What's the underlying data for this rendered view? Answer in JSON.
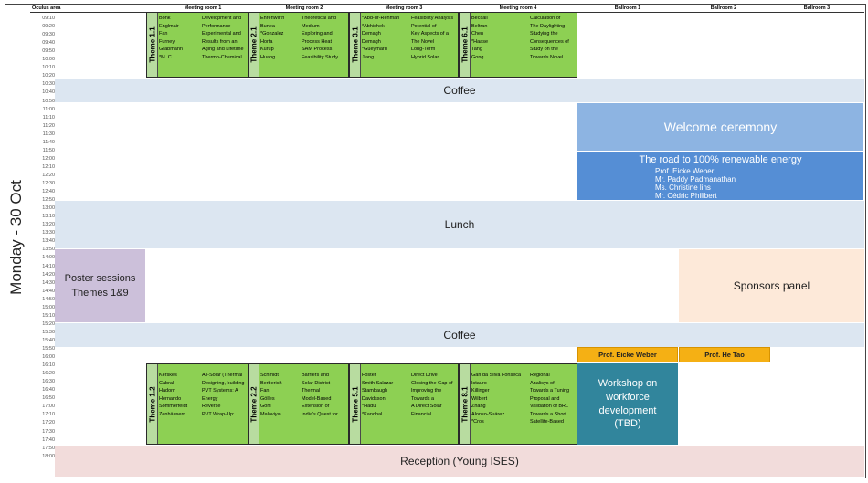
{
  "headers": [
    "Oculus area",
    "Meeting room 1",
    "Meeting room 2",
    "Meeting room 3",
    "Meeting room 4",
    "Ballroom 1",
    "Ballroom 2",
    "Ballroom 3"
  ],
  "day_label": "Monday  -  30 Oct",
  "times": [
    "09:10",
    "09:20",
    "09:30",
    "09:40",
    "09:50",
    "10:00",
    "10:10",
    "10:20",
    "10:30",
    "10:40",
    "10:50",
    "11:00",
    "11:10",
    "11:20",
    "11:30",
    "11:40",
    "11:50",
    "12:00",
    "12:10",
    "12:20",
    "12:30",
    "12:40",
    "12:50",
    "13:00",
    "13:10",
    "13:20",
    "13:30",
    "13:40",
    "13:50",
    "14:00",
    "14:10",
    "14:20",
    "14:30",
    "14:40",
    "14:50",
    "15:00",
    "15:10",
    "15:20",
    "15:30",
    "15:40",
    "15:50",
    "16:00",
    "16:10",
    "16:20",
    "16:30",
    "16:40",
    "16:50",
    "17:00",
    "17:10",
    "17:20",
    "17:30",
    "17:40",
    "17:50",
    "18:00"
  ],
  "bands": {
    "coffee1": "Coffee",
    "lunch": "Lunch",
    "coffee2": "Coffee",
    "reception": "Reception (Young ISES)",
    "poster": "Poster sessions\nThemes 1&9",
    "sponsors": "Sponsors panel",
    "welcome": "Welcome ceremony",
    "road_title": "The road to 100% renewable energy",
    "road_speakers": [
      "Prof. Eicke Weber",
      "Mr. Paddy Padmanathan",
      "Ms. Christine lins",
      "Mr. Cédric Philibert"
    ],
    "workshop": "Workshop on workforce development (TBD)"
  },
  "speakers": {
    "ballroom1": "Prof. Eicke Weber",
    "ballroom2": "Prof. He Tao"
  },
  "colors": {
    "band_blue": "#dce6f1",
    "reception": "#f2dcdb",
    "poster": "#ccc0da",
    "sponsors": "#fde9d9",
    "welcome": "#8db4e2",
    "road": "#558ed5",
    "workshop": "#31859c",
    "theme_green": "#8dd053",
    "speaker_orange": "#f5b014"
  },
  "themes_morning": [
    {
      "label": "Theme 1.1",
      "names": [
        "Bonk",
        "Englmair",
        "Fan",
        "Furney",
        "Grabmann",
        "*M. C."
      ],
      "titles": [
        "Development and",
        "Performance",
        "Experimental and",
        "Results from an",
        "Aging and Lifetime",
        "Thermo-Chemical"
      ]
    },
    {
      "label": "Theme 2.1",
      "names": [
        "Ehrenwirth",
        "Bunea",
        "*Gonzalez",
        "Horta",
        "Kurup",
        "Huang"
      ],
      "titles": [
        "Theoretical and",
        "Medium",
        "Exploring and",
        "Process Heat",
        "SAM Process",
        "Feasibility Study"
      ]
    },
    {
      "label": "Theme 3.1",
      "names": [
        "*Abd-ur-Rehman",
        "*Abhishek",
        "Demagh",
        "Demagh",
        "*Gueymard",
        "Jiang"
      ],
      "titles": [
        "Feasibility Analysis",
        "Potential of",
        "Key Aspects of a",
        "The Novel",
        "Long-Term",
        "Hybrid Solar"
      ]
    },
    {
      "label": "Theme 6.1",
      "names": [
        "Beccali",
        "Beltran",
        "Chen",
        "*Haase",
        "Tang",
        "Gong"
      ],
      "titles": [
        "Calculation of",
        "The Daylighting",
        "Studying the",
        "Consequences of",
        "Study on the",
        "Towards Novel"
      ]
    }
  ],
  "themes_afternoon": [
    {
      "label": "Theme 1.2",
      "names": [
        "Kerskes",
        "Cabral",
        "Hadorn",
        "Hernando",
        "Sommerfeldt",
        "Zenhäusern"
      ],
      "titles": [
        "All-Solar (Thermal",
        "Designing, building",
        "PVT Systems: A",
        "Energy",
        "Reverse",
        "PVT Wrap-Up:"
      ]
    },
    {
      "label": "Theme 2.2",
      "names": [
        "Schmidt",
        "Berberich",
        "Fan",
        "Gölles",
        "Gohl",
        "Malaviya"
      ],
      "titles": [
        "Barriers and",
        "Solar District",
        "Thermal",
        "Model-Based",
        "Extension of",
        "India's Quest for"
      ]
    },
    {
      "label": "Theme 5.1",
      "names": [
        "Foster",
        "Smith Salazar",
        "Stambaugh",
        "Davidsson",
        "*Hadu",
        "*Kandpal"
      ],
      "titles": [
        "Direct Drive",
        "Closing the Gap of",
        "Improving the",
        "Towards a",
        "A Direct Solar",
        "Financial"
      ]
    },
    {
      "label": "Theme 8.1",
      "names": [
        "Gari da Silva Fonseca",
        "Istauro",
        "Killinger",
        "Wilbert",
        "Zhang",
        "Alonso-Suárez",
        "*Cros"
      ],
      "titles": [
        "Regional",
        "Analisys of",
        "Towards a Tuning",
        "Proposal and",
        "Validation of BRL",
        "Towards a Short",
        "Satellite-Based"
      ]
    }
  ]
}
